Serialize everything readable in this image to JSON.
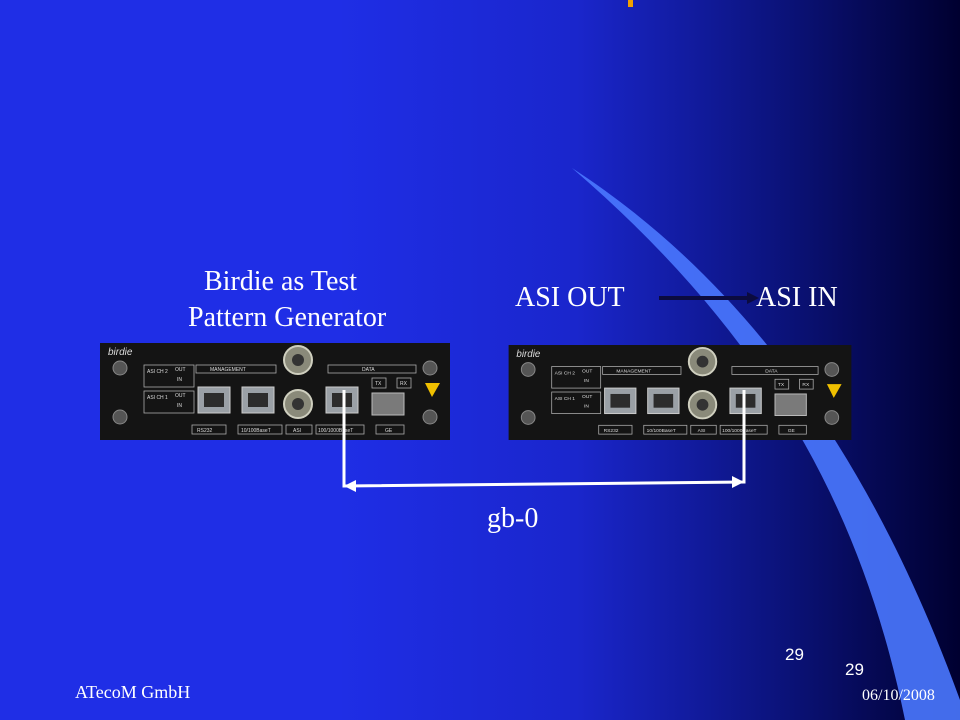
{
  "slide": {
    "title_lines": [
      "Birdie  as Test",
      "Pattern Generator"
    ],
    "asi_out": "ASI OUT",
    "asi_in": "ASI IN",
    "link_label": "gb-0",
    "footer_left": "ATecoM GmbH",
    "footer_date": "06/10/2008",
    "page_number_1": "29",
    "page_number_2": "29"
  },
  "device": {
    "brand": "birdie",
    "asi_ch2": "ASI CH 2",
    "asi_ch1": "ASI CH 1",
    "out": "OUT",
    "in": "IN",
    "management": "MANAGEMENT",
    "data": "DATA",
    "tx": "TX",
    "rx": "RX",
    "ports": [
      "RS232",
      "10/100BaseT",
      "ASI",
      "100/1000BaseT",
      "GE"
    ]
  },
  "colors": {
    "background": "#1f2ee6",
    "swoosh": "#4a78ff",
    "text": "#ffffff",
    "device_body": "#141414",
    "accent": "#f0a000"
  }
}
